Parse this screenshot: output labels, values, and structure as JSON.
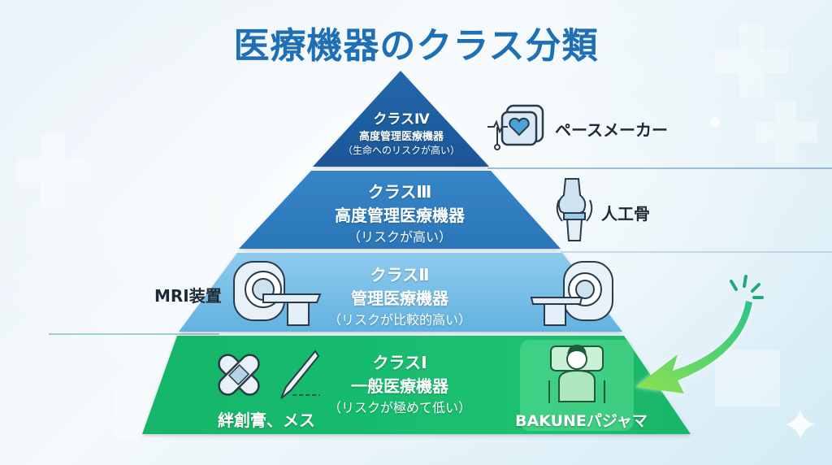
{
  "title": "医療機器のクラス分類",
  "colors": {
    "title": "#1f6fb5",
    "class4": "#1c5c9f",
    "class3": "#2e7cc0",
    "class2": "#6db8e3",
    "class1": "#14b86e",
    "arrow": "#4ccc66",
    "background": "#eaf3f9"
  },
  "tiers": [
    {
      "id": "class4",
      "class_label": "クラスⅣ",
      "category": "高度管理医療機器",
      "risk": "（生命へのリスクが高い）",
      "examples": [
        {
          "label": "ペースメーカー",
          "icon": "pacemaker-icon"
        }
      ]
    },
    {
      "id": "class3",
      "class_label": "クラスⅢ",
      "category": "高度管理医療機器",
      "risk": "（リスクが高い）",
      "examples": [
        {
          "label": "人工骨",
          "icon": "artificial-knee-joint-icon"
        }
      ]
    },
    {
      "id": "class2",
      "class_label": "クラスⅡ",
      "category": "管理医療機器",
      "risk": "（リスクが比較的高い）",
      "examples": [
        {
          "label": "MRI装置",
          "icon": "mri-scanner-icon"
        }
      ]
    },
    {
      "id": "class1",
      "class_label": "クラスⅠ",
      "category": "一般医療機器",
      "risk": "（リスクが極めて低い）",
      "examples": [
        {
          "label": "絆創膏、メス",
          "icon": "bandage-scalpel-icon"
        },
        {
          "label": "BAKUNEパジャマ",
          "icon": "sleeping-person-icon",
          "highlighted": true
        }
      ]
    }
  ]
}
